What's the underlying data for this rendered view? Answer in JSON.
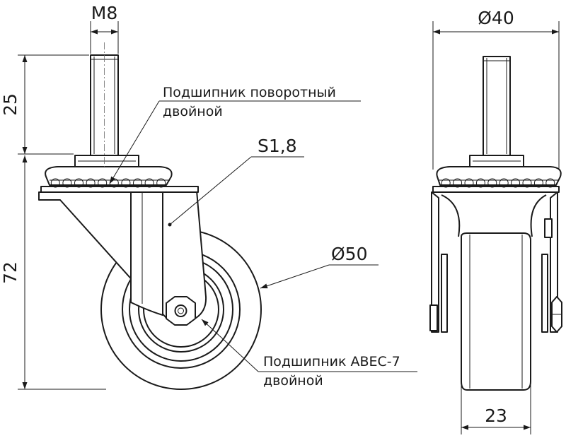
{
  "side_view": {
    "dim_thread": "M8",
    "dim_stem_length": "25",
    "dim_total_height": "72",
    "dim_wheel_diameter": "Ø50",
    "dim_bracket_thickness": "S1,8",
    "note_swivel_bearing_line1": "Подшипник поворотный",
    "note_swivel_bearing_line2": "двойной",
    "note_wheel_bearing_line1": "Подшипник ABEC-7",
    "note_wheel_bearing_line2": "двойной"
  },
  "front_view": {
    "dim_plate_diameter": "Ø40",
    "dim_wheel_width": "23"
  }
}
